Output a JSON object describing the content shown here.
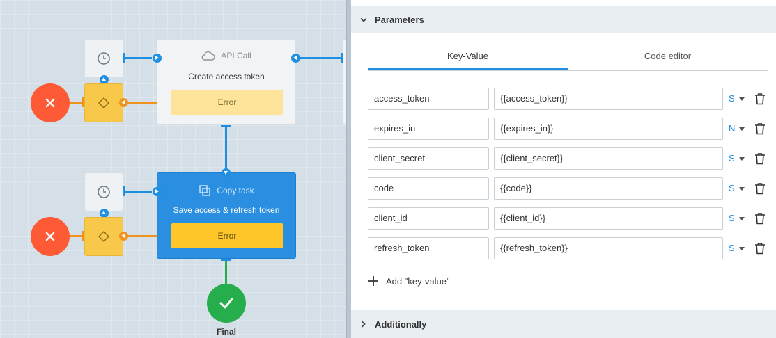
{
  "canvas": {
    "api_node": {
      "type_label": "API Call",
      "title": "Create access token",
      "error_label": "Error"
    },
    "copy_node": {
      "type_label": "Copy task",
      "title": "Save access & refresh token",
      "error_label": "Error"
    },
    "final_label": "Final"
  },
  "panel": {
    "parameters_header": "Parameters",
    "tabs": [
      {
        "label": "Key-Value",
        "active": true
      },
      {
        "label": "Code editor",
        "active": false
      }
    ],
    "rows": [
      {
        "key": "access_token",
        "value": "{{access_token}}",
        "type": "S"
      },
      {
        "key": "expires_in",
        "value": "{{expires_in}}",
        "type": "N"
      },
      {
        "key": "client_secret",
        "value": "{{client_secret}}",
        "type": "S"
      },
      {
        "key": "code",
        "value": "{{code}}",
        "type": "S"
      },
      {
        "key": "client_id",
        "value": "{{client_id}}",
        "type": "S"
      },
      {
        "key": "refresh_token",
        "value": "{{refresh_token}}",
        "type": "S"
      }
    ],
    "add_label": "Add \"key-value\"",
    "additionally_header": "Additionally"
  },
  "colors": {
    "accent": "#1e8fe1",
    "error_red": "#ff5a36",
    "success_green": "#27ae4c",
    "filter_yellow": "#f8c84a"
  }
}
